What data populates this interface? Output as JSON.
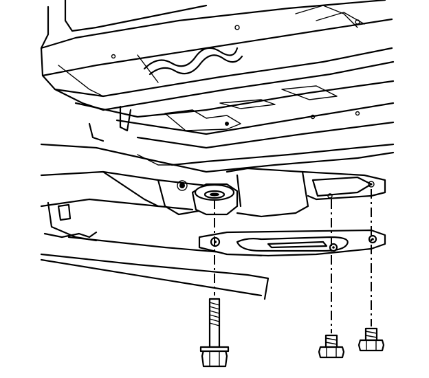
{
  "diagram": {
    "parts": [
      {
        "id": "frame-rail",
        "icon": "frame-rail-outline"
      },
      {
        "id": "crossmember",
        "icon": "crossmember-outline"
      },
      {
        "id": "transmission-mount-bracket",
        "icon": "bracket-outline"
      },
      {
        "id": "mount-isolator",
        "icon": "isolator-outline"
      },
      {
        "id": "mount-plate",
        "icon": "plate-outline"
      },
      {
        "id": "long-bolt",
        "icon": "bolt-icon"
      },
      {
        "id": "short-bolt-left",
        "icon": "bolt-icon"
      },
      {
        "id": "short-bolt-right",
        "icon": "bolt-icon"
      }
    ],
    "colors": {
      "line": "#000000",
      "background": "#ffffff"
    }
  }
}
